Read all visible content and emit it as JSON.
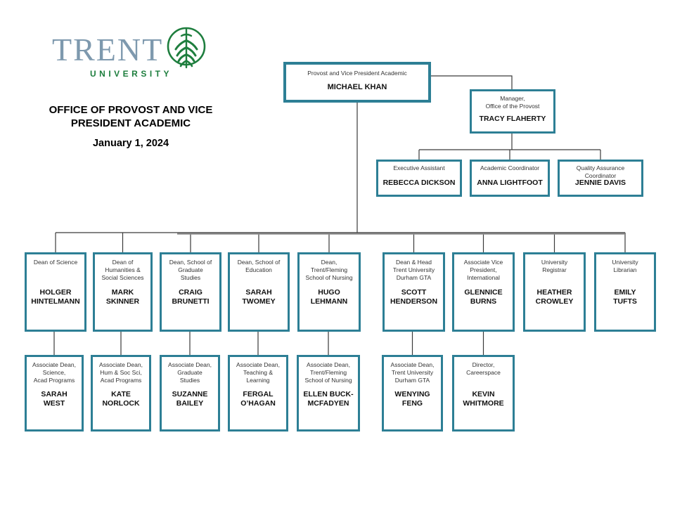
{
  "header": {
    "logo_wordmark": "TRENT",
    "logo_subtitle": "UNIVERSITY",
    "title": "OFFICE OF PROVOST AND VICE\nPRESIDENT ACADEMIC",
    "date": "January 1, 2024"
  },
  "colors": {
    "box_border_teal": "#2d7f95",
    "logo_green": "#1e7e3e",
    "logo_blue": "#7e99ae",
    "connector_line": "#3a3a3a"
  },
  "org": {
    "provost": {
      "role": "Provost and Vice President Academic",
      "name": "MICHAEL KHAN"
    },
    "manager": {
      "role": "Manager,\nOffice of the Provost",
      "name": "TRACY FLAHERTY"
    },
    "staff": [
      {
        "role": "Executive Assistant",
        "name": "REBECCA DICKSON"
      },
      {
        "role": "Academic Coordinator",
        "name": "ANNA LIGHTFOOT"
      },
      {
        "role": "Quality Assurance\nCoordinator",
        "name": "JENNIE DAVIS"
      }
    ],
    "deans": [
      {
        "role": "Dean of Science",
        "name": "HOLGER\nHINTELMANN"
      },
      {
        "role": "Dean of\nHumanities &\nSocial Sciences",
        "name": "MARK\nSKINNER"
      },
      {
        "role": "Dean, School of\nGraduate\nStudies",
        "name": "CRAIG\nBRUNETTI"
      },
      {
        "role": "Dean, School of\nEducation",
        "name": "SARAH\nTWOMEY"
      },
      {
        "role": "Dean,\nTrent/Fleming\nSchool of Nursing",
        "name": "HUGO\nLEHMANN"
      },
      {
        "role": "Dean & Head\nTrent University\nDurham GTA",
        "name": "SCOTT\nHENDERSON"
      },
      {
        "role": "Associate Vice\nPresident,\nInternational",
        "name": "GLENNICE\nBURNS"
      },
      {
        "role": "University\nRegistrar",
        "name": "HEATHER\nCROWLEY"
      },
      {
        "role": "University\nLibrarian",
        "name": "EMILY\nTUFTS"
      }
    ],
    "associates": [
      {
        "role": "Associate Dean,\nScience,\nAcad Programs",
        "name": "SARAH\nWEST"
      },
      {
        "role": "Associate Dean,\nHum & Soc Sci,\nAcad Programs",
        "name": "KATE\nNORLOCK"
      },
      {
        "role": "Associate Dean,\nGraduate\nStudies",
        "name": "SUZANNE\nBAILEY"
      },
      {
        "role": "Associate Dean,\nTeaching &\nLearning",
        "name": "FERGAL\nO’HAGAN"
      },
      {
        "role": "Associate Dean,\nTrent/Fleming\nSchool of Nursing",
        "name": "ELLEN BUCK-\nMCFADYEN"
      },
      {
        "role": "Associate Dean,\nTrent University\nDurham GTA",
        "name": "WENYING\nFENG"
      },
      {
        "role": "Director,\nCareerspace",
        "name": "KEVIN\nWHITMORE"
      }
    ]
  }
}
